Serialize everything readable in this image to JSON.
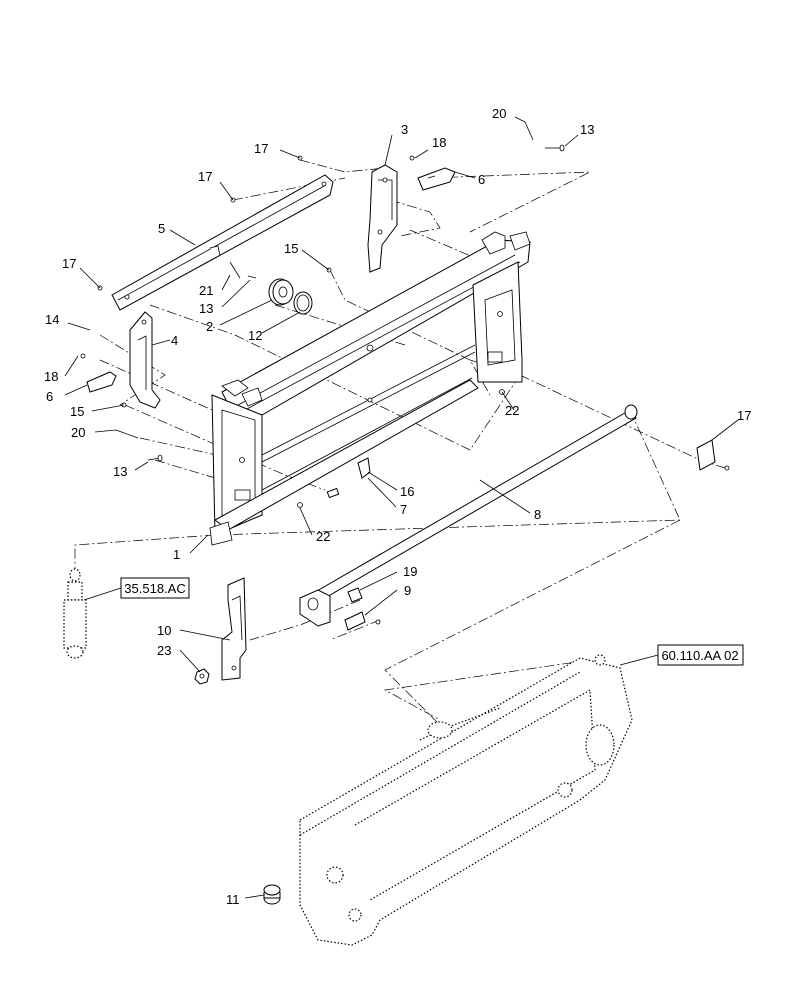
{
  "callouts": {
    "c1": "1",
    "c2": "2",
    "c3": "3",
    "c4": "4",
    "c5": "5",
    "c6a": "6",
    "c6b": "6",
    "c7": "7",
    "c8": "8",
    "c9": "9",
    "c10": "10",
    "c11": "11",
    "c12": "12",
    "c13a": "13",
    "c13b": "13",
    "c13c": "13",
    "c14": "14",
    "c15a": "15",
    "c15b": "15",
    "c16": "16",
    "c17a": "17",
    "c17b": "17",
    "c17c": "17",
    "c17d": "17",
    "c18a": "18",
    "c18b": "18",
    "c19": "19",
    "c20a": "20",
    "c20b": "20",
    "c21": "21",
    "c22a": "22",
    "c22b": "22",
    "c23": "23"
  },
  "references": {
    "cylinder_ref": "35.518.AC",
    "boom_ref": "60.110.AA 02"
  }
}
